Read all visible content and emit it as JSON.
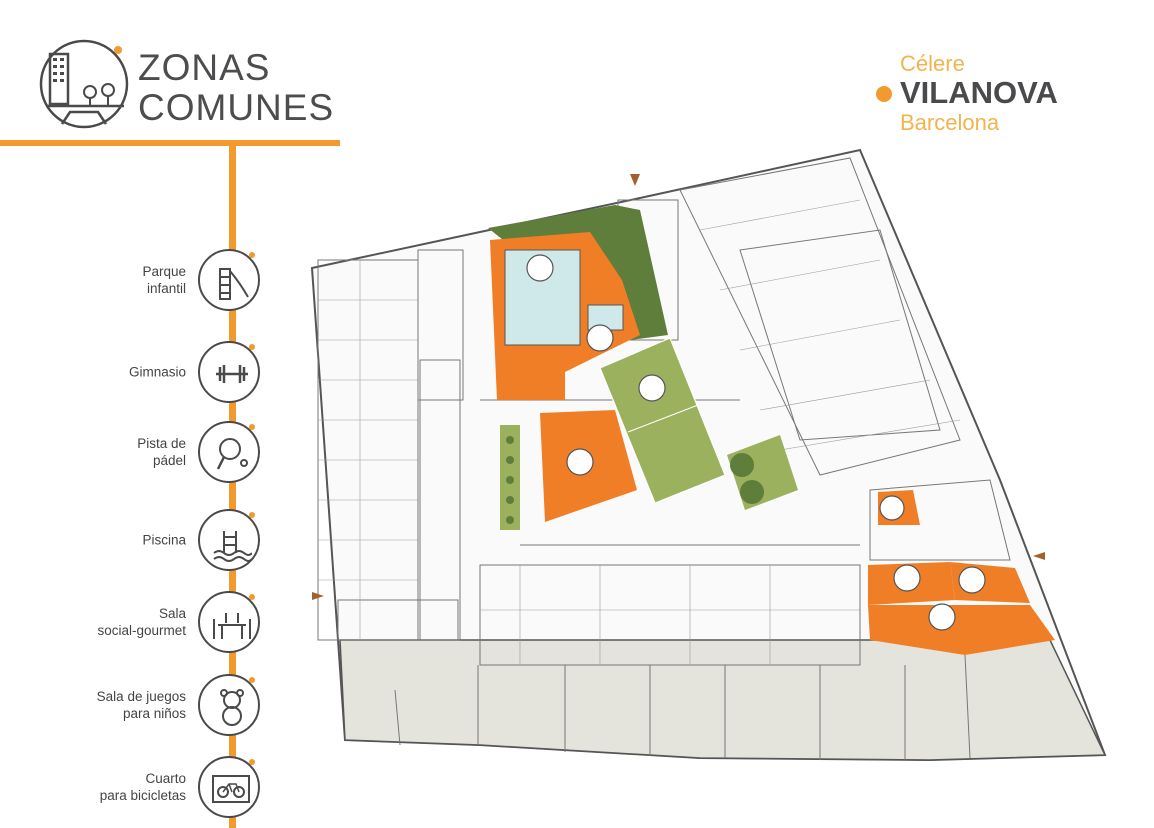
{
  "header": {
    "title_line1": "ZONAS",
    "title_line2": "COMUNES"
  },
  "brand": {
    "line1": "Célere",
    "line2": "VILANOVA",
    "line3": "Barcelona"
  },
  "legend": [
    {
      "label": "Parque\ninfantil",
      "icon": "slide-icon"
    },
    {
      "label": "Gimnasio",
      "icon": "dumbbell-icon"
    },
    {
      "label": "Pista de\npádel",
      "icon": "paddle-icon"
    },
    {
      "label": "Piscina",
      "icon": "pool-icon"
    },
    {
      "label": "Sala\nsocial-gourmet",
      "icon": "dining-table-icon"
    },
    {
      "label": "Sala de juegos\npara niños",
      "icon": "teddy-bear-icon"
    },
    {
      "label": "Cuarto\npara bicicletas",
      "icon": "bicycle-icon"
    }
  ],
  "colors": {
    "accent": "#f39a2e",
    "zone_orange": "#f07e26",
    "green": "#9bb15e",
    "dark_green": "#5f7d3b",
    "pool": "#cfe9ea",
    "commercial": "#e4e3dc"
  }
}
